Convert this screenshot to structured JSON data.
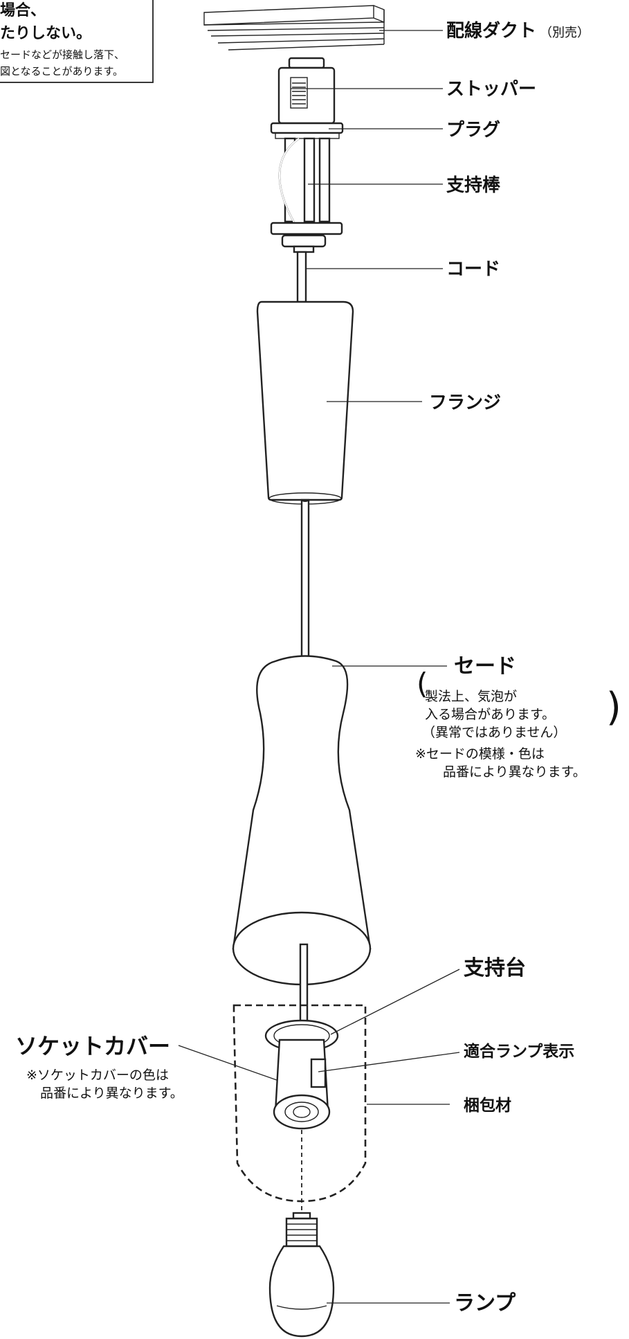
{
  "warning_box": {
    "line1": "場合、",
    "line2": "たりしない。",
    "line3": "セードなどが接触し落下、",
    "line4": "図となることがあります。"
  },
  "labels": {
    "duct": "配線ダクト",
    "duct_note": "（別売）",
    "stopper": "ストッパー",
    "plug": "プラグ",
    "support_rod": "支持棒",
    "cord": "コード",
    "flange": "フランジ",
    "shade": "セード",
    "shade_note": [
      "製法上、気泡が",
      "入る場合があります。",
      "（異常ではありません）"
    ],
    "shade_color_note": [
      "※セードの模様・色は",
      "品番により異なります。"
    ],
    "support_base": "支持台",
    "socket_cover": "ソケットカバー",
    "socket_cover_note": [
      "※ソケットカバーの色は",
      "品番により異なります。"
    ],
    "lamp_indicator": "適合ランプ表示",
    "packing": "梱包材",
    "lamp": "ランプ"
  },
  "colors": {
    "line": "#222222",
    "background": "#ffffff"
  }
}
